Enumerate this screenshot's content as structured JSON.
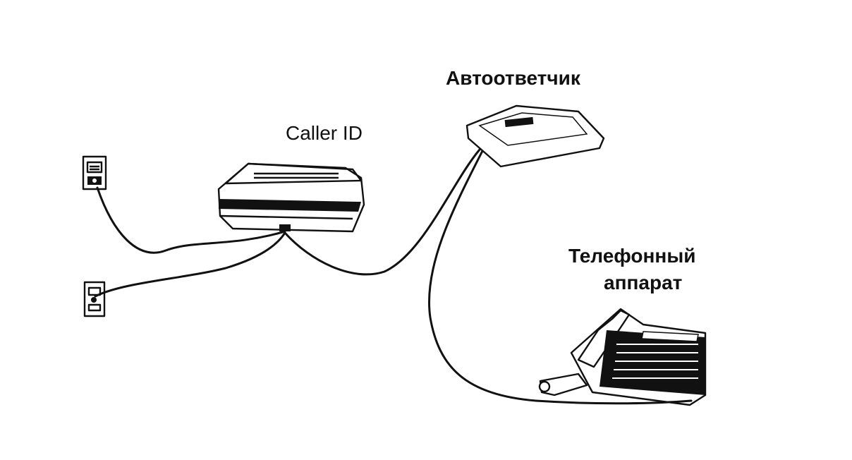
{
  "labels": {
    "caller_id": "Caller ID",
    "answering_machine": "Автоответчик",
    "telephone_line1": "Телефонный",
    "telephone_line2": "аппарат"
  },
  "colors": {
    "ink": "#111111",
    "background": "#ffffff"
  }
}
